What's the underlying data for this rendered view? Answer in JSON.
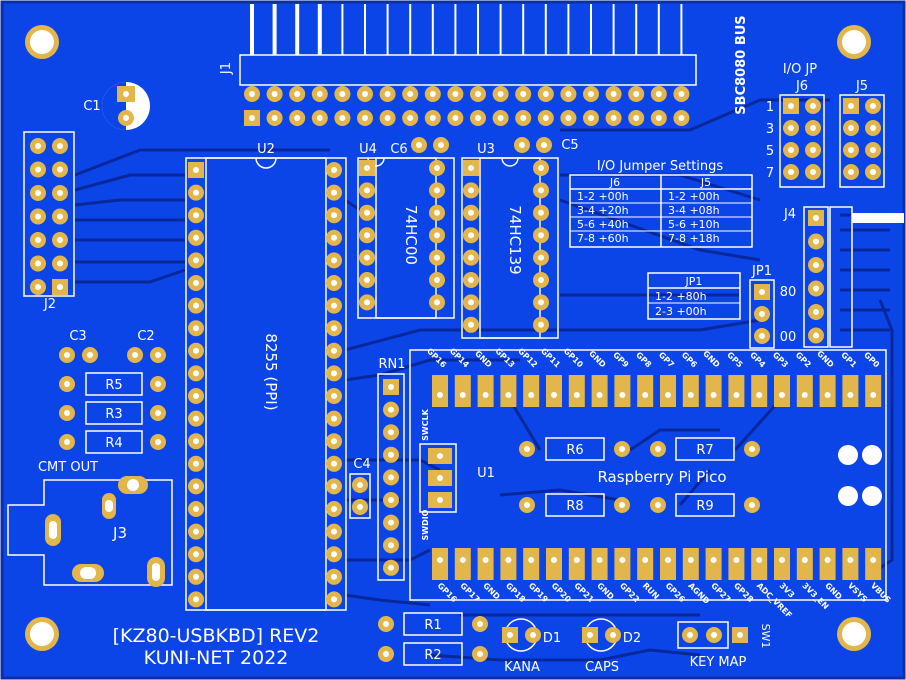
{
  "colors": {
    "board_edge": "#0a2fa8",
    "board_fill": "#0b45e8",
    "trace": "#08279a",
    "silk": "#ffffff",
    "pad": "#e2b64a",
    "hole": "#ffffff"
  },
  "silkscreen": {
    "header_j1": "J1",
    "bus_label": "SBC8080 BUS",
    "io_jp": "I/O JP",
    "j6": "J6",
    "j5": "J5",
    "j6_nums": [
      "1",
      "3",
      "5",
      "7"
    ],
    "c1": "C1",
    "u2": "U2",
    "u4": "U4",
    "c6": "C6",
    "u3": "U3",
    "c5": "C5",
    "ic_74hc00": "74HC00",
    "ic_74hc139": "74HC139",
    "ic_8255": "8255 (PPI)",
    "j2": "J2",
    "c3": "C3",
    "c2": "C2",
    "r5": "R5",
    "r3": "R3",
    "r4": "R4",
    "cmt_out": "CMT OUT",
    "j3": "J3",
    "c4": "C4",
    "rn1": "RN1",
    "swclk": "SWCLK",
    "swdio": "SWDIO",
    "u1": "U1",
    "r6": "R6",
    "r7": "R7",
    "r8": "R8",
    "r9": "R9",
    "pico": "Raspberry Pi Pico",
    "j4": "J4",
    "j4_80": "80",
    "j4_00": "00",
    "jp1": "JP1",
    "r1": "R1",
    "r2": "R2",
    "d1": "D1",
    "d2": "D2",
    "kana": "KANA",
    "caps": "CAPS",
    "key_map": "KEY MAP",
    "sw1": "SW1",
    "project": "[KZ80-USBKBD] REV2",
    "maker": "KUNI-NET 2022"
  },
  "io_jumper_table": {
    "title": "I/O Jumper Settings",
    "headers": [
      "J6",
      "J5"
    ],
    "rows": [
      [
        "1-2  +00h",
        "1-2  +00h"
      ],
      [
        "3-4  +20h",
        "3-4  +08h"
      ],
      [
        "5-6  +40h",
        "5-6  +10h"
      ],
      [
        "7-8  +60h",
        "7-8  +18h"
      ]
    ]
  },
  "jp1_table": {
    "title": "JP1",
    "rows": [
      "1-2  +80h",
      "2-3  +00h"
    ]
  },
  "pico_top_pins": [
    "GP16",
    "GP14",
    "GND",
    "GP13",
    "GP12",
    "GP11",
    "GP10",
    "GND",
    "GP9",
    "GP8",
    "GP7",
    "GP6",
    "GND",
    "GP5",
    "GP4",
    "GP3",
    "GP2",
    "GND",
    "GP1",
    "GP0"
  ],
  "pico_bottom_pins": [
    "GP16",
    "GP17",
    "GND",
    "GP18",
    "GP19",
    "GP20",
    "GP21",
    "GND",
    "GP22",
    "RUN",
    "GP26",
    "AGND",
    "GP27",
    "GP28",
    "ADC_VREF",
    "3V3",
    "3V3_EN",
    "GND",
    "VSYS",
    "VBUS"
  ]
}
